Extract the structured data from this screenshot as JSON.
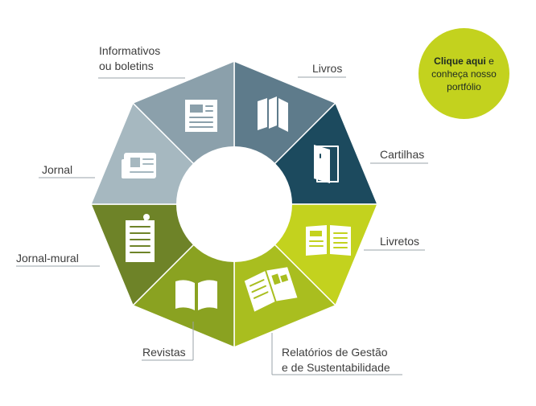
{
  "segments": [
    {
      "key": "livros",
      "label_lines": [
        "Livros"
      ],
      "color": "#5e7b8b",
      "icon": "books-icon"
    },
    {
      "key": "cartilhas",
      "label_lines": [
        "Cartilhas"
      ],
      "color": "#1c4a5e",
      "icon": "booklet-icon"
    },
    {
      "key": "livretos",
      "label_lines": [
        "Livretos"
      ],
      "color": "#c3d21e",
      "icon": "open-booklet-icon"
    },
    {
      "key": "relatorios",
      "label_lines": [
        "Relatórios de Gestão",
        "e de Sustentabilidade"
      ],
      "color": "#a9be1f",
      "icon": "report-icon"
    },
    {
      "key": "revistas",
      "label_lines": [
        "Revistas"
      ],
      "color": "#8aa221",
      "icon": "open-book-icon"
    },
    {
      "key": "jornal-mural",
      "label_lines": [
        "Jornal-mural"
      ],
      "color": "#6e8328",
      "icon": "wall-newspaper-icon"
    },
    {
      "key": "jornal",
      "label_lines": [
        "Jornal"
      ],
      "color": "#a6b8c0",
      "icon": "newspaper-icon"
    },
    {
      "key": "informativos",
      "label_lines": [
        "Informativos",
        "ou boletins"
      ],
      "color": "#8ba0ab",
      "icon": "newsletter-icon"
    }
  ],
  "cta": {
    "bold": "Clique aqui",
    "rest_1": " e",
    "line_2": "conheça nosso",
    "line_3": "portfólio"
  }
}
